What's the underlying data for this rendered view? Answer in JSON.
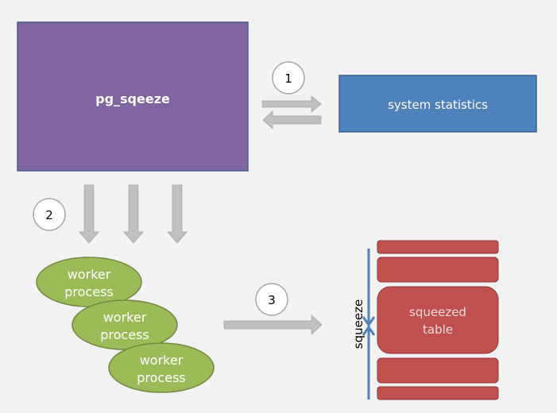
{
  "main_box": {
    "label": "pg_sqeeze",
    "color": "#8064a2"
  },
  "stats_box": {
    "label": "system statistics",
    "color": "#4f81bd"
  },
  "steps": [
    "1",
    "2",
    "3"
  ],
  "workers": [
    {
      "line1": "worker",
      "line2": "process"
    },
    {
      "line1": "worker",
      "line2": "process"
    },
    {
      "line1": "worker",
      "line2": "process"
    }
  ],
  "worker_color": "#9bbb59",
  "table": {
    "line1": "squeezed",
    "line2": "table",
    "color": "#c0504d"
  },
  "squeeze_label": "squeeze",
  "squeeze_color": "#4f81bd",
  "arrow_color": "#bfbfbf"
}
